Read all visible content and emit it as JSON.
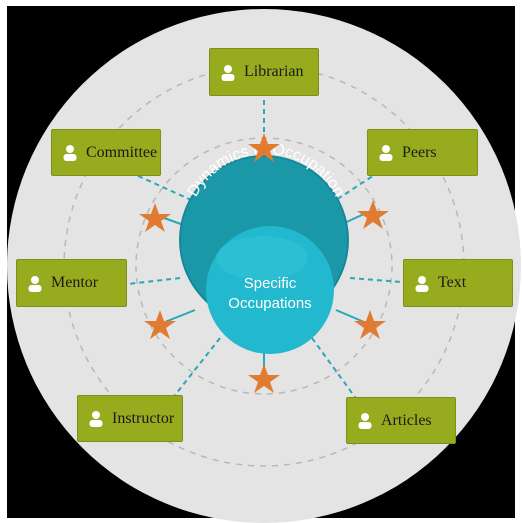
{
  "diagram": {
    "center": {
      "outer_label": "Dynamics of Occupation",
      "inner_label_line1": "Specific",
      "inner_label_line2": "Occupations"
    },
    "nodes": [
      {
        "id": "librarian",
        "label": "Librarian",
        "icon": "person-icon"
      },
      {
        "id": "committee",
        "label": "Committee",
        "icon": "person-icon"
      },
      {
        "id": "peers",
        "label": "Peers",
        "icon": "person-icon"
      },
      {
        "id": "mentor",
        "label": "Mentor",
        "icon": "person-icon"
      },
      {
        "id": "text",
        "label": "Text",
        "icon": "person-icon"
      },
      {
        "id": "instructor",
        "label": "Instructor",
        "icon": "person-icon"
      },
      {
        "id": "articles",
        "label": "Articles",
        "icon": "person-icon"
      }
    ],
    "colors": {
      "background_circle": "#e4e4e4",
      "node_fill": "#97ab1f",
      "outer_center": "#1b98a8",
      "inner_center": "#22b8ce",
      "star": "#e27b32",
      "connector": "#2aa6b8"
    }
  }
}
